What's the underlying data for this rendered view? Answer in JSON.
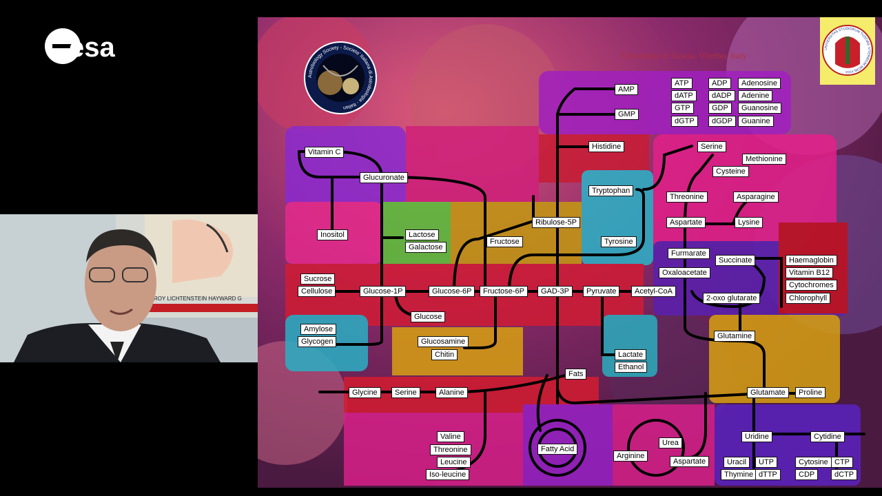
{
  "brand": {
    "logo_text": "esa"
  },
  "presenter": {
    "backdrop_text": "ROY LICHTENSTEIN HAYWARD G"
  },
  "slide": {
    "university_text": "University of Tuscia, Viterbo, Italy",
    "left_emblem_text": "Astrobiology Society - Societa' Italiana di Astrobiologia - Italian",
    "right_emblem_text": "UNIVERSITAS STUDIORUM TUSCIAE VITERBIUM MCMLXXIX"
  },
  "nodes": [
    "AMP",
    "GMP",
    "ATP",
    "ADP",
    "Adenosine",
    "dATP",
    "dADP",
    "Adenine",
    "GTP",
    "GDP",
    "Guanosine",
    "dGTP",
    "dGDP",
    "Guanine",
    "Histidine",
    "Serine",
    "Methionine",
    "Cysteine",
    "Vitamin C",
    "Glucuronate",
    "Tryptophan",
    "Threonine",
    "Asparagine",
    "Aspartate",
    "Lysine",
    "Inositol",
    "Lactose",
    "Galactose",
    "Ribulose-5P",
    "Fructose",
    "Tyrosine",
    "Furmarate",
    "Succinate",
    "Haemaglobin",
    "Vitamin B12",
    "Oxaloacetate",
    "Cytochromes",
    "Chlorophyll",
    "Sucrose",
    "Cellulose",
    "Glucose-1P",
    "Glucose-6P",
    "Fructose-6P",
    "GAD-3P",
    "Pyruvate",
    "Acetyl-CoA",
    "2-oxo glutarate",
    "Glucose",
    "Amylose",
    "Glycogen",
    "Glucosamine",
    "Chitin",
    "Glutamine",
    "Lactate",
    "Ethanol",
    "Fats",
    "Glycine",
    "Serine",
    "Alanine",
    "Glutamate",
    "Proline",
    "Valine",
    "Threonine",
    "Leucine",
    "Iso-leucine",
    "Fatty Acid",
    "Urea",
    "Arginine",
    "Aspartate",
    "Uridine",
    "Cytidine",
    "Uracil",
    "UTP",
    "Cytosine",
    "CTP",
    "Thymine",
    "dTTP",
    "CDP",
    "dCTP"
  ]
}
